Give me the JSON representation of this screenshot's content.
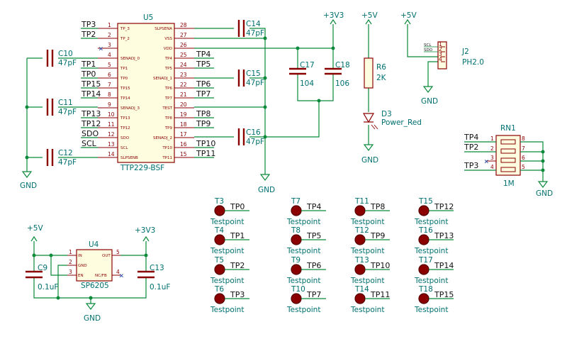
{
  "u5": {
    "ref": "U5",
    "value": "TTP229-BSF",
    "left_pins": [
      {
        "num": "1",
        "name": "TP_3",
        "net": "TP3"
      },
      {
        "num": "2",
        "name": "TP_2",
        "net": "TP2"
      },
      {
        "num": "3",
        "name": "",
        "net": ""
      },
      {
        "num": "4",
        "name": "SENADJ_0",
        "net": ""
      },
      {
        "num": "5",
        "name": "TP1",
        "net": "TP1"
      },
      {
        "num": "6",
        "name": "TP0",
        "net": "TP0"
      },
      {
        "num": "7",
        "name": "TP15",
        "net": "TP15"
      },
      {
        "num": "8",
        "name": "TP14",
        "net": "TP14"
      },
      {
        "num": "9",
        "name": "SENADJ_3",
        "net": ""
      },
      {
        "num": "10",
        "name": "TP13",
        "net": "TP13"
      },
      {
        "num": "11",
        "name": "TP12",
        "net": "TP12"
      },
      {
        "num": "12",
        "name": "SDO",
        "net": "SDO"
      },
      {
        "num": "13",
        "name": "SCL",
        "net": "SCL"
      },
      {
        "num": "14",
        "name": "SLPSENB",
        "net": ""
      }
    ],
    "right_pins": [
      {
        "num": "28",
        "name": "SLPSENA",
        "net": ""
      },
      {
        "num": "27",
        "name": "VSS",
        "net": ""
      },
      {
        "num": "26",
        "name": "VDD",
        "net": ""
      },
      {
        "num": "25",
        "name": "TP4",
        "net": "TP4"
      },
      {
        "num": "24",
        "name": "TP5",
        "net": "TP5"
      },
      {
        "num": "23",
        "name": "SENADJ_1",
        "net": ""
      },
      {
        "num": "22",
        "name": "TP6",
        "net": "TP6"
      },
      {
        "num": "21",
        "name": "TP7",
        "net": "TP7"
      },
      {
        "num": "20",
        "name": "TEST",
        "net": ""
      },
      {
        "num": "19",
        "name": "TP8",
        "net": "TP8"
      },
      {
        "num": "18",
        "name": "TP9",
        "net": "TP9"
      },
      {
        "num": "17",
        "name": "SENADJ_2",
        "net": ""
      },
      {
        "num": "16",
        "name": "TP10",
        "net": "TP10"
      },
      {
        "num": "15",
        "name": "TP11",
        "net": "TP11"
      }
    ]
  },
  "caps": {
    "c10": {
      "ref": "C10",
      "value": "47pF"
    },
    "c11": {
      "ref": "C11",
      "value": "47pF"
    },
    "c12": {
      "ref": "C12",
      "value": "47pF"
    },
    "c14": {
      "ref": "C14",
      "value": "47pF"
    },
    "c15": {
      "ref": "C15",
      "value": "47pF"
    },
    "c16": {
      "ref": "C16",
      "value": "47pF"
    },
    "c17": {
      "ref": "C17",
      "value": "104"
    },
    "c18": {
      "ref": "C18",
      "value": "106"
    },
    "c9": {
      "ref": "C9",
      "value": "0.1uF"
    },
    "c13": {
      "ref": "C13",
      "value": "0.1uF"
    }
  },
  "power": {
    "v33": "+3V3",
    "v5": "+5V",
    "gnd": "GND"
  },
  "r6": {
    "ref": "R6",
    "value": "2K"
  },
  "d3": {
    "ref": "D3",
    "value": "Power_Red"
  },
  "j2": {
    "ref": "J2",
    "value": "PH2.0",
    "pins": [
      "SCL",
      "SDO"
    ]
  },
  "rn1": {
    "ref": "RN1",
    "value": "1M",
    "left": [
      {
        "num": "1",
        "net": "TP4"
      },
      {
        "num": "2",
        "net": "TP2"
      },
      {
        "num": "3",
        "net": ""
      },
      {
        "num": "4",
        "net": "TP3"
      }
    ],
    "right": [
      "8",
      "7",
      "6",
      "5"
    ]
  },
  "u4": {
    "ref": "U4",
    "value": "SP6205",
    "pins": [
      {
        "num": "1",
        "name": "IN"
      },
      {
        "num": "2",
        "name": "GND"
      },
      {
        "num": "3",
        "name": "EN"
      },
      {
        "num": "5",
        "name": "OUT"
      },
      {
        "num": "4",
        "name": "NC/FB"
      }
    ]
  },
  "testpoint_value": "Testpoint",
  "testpoints": [
    {
      "ref": "T3",
      "net": "TP0"
    },
    {
      "ref": "T7",
      "net": "TP4"
    },
    {
      "ref": "T11",
      "net": "TP8"
    },
    {
      "ref": "T15",
      "net": "TP12"
    },
    {
      "ref": "T4",
      "net": "TP1"
    },
    {
      "ref": "T8",
      "net": "TP5"
    },
    {
      "ref": "T12",
      "net": "TP9"
    },
    {
      "ref": "T16",
      "net": "TP13"
    },
    {
      "ref": "T5",
      "net": "TP2"
    },
    {
      "ref": "T9",
      "net": "TP6"
    },
    {
      "ref": "T13",
      "net": "TP10"
    },
    {
      "ref": "T17",
      "net": "TP14"
    },
    {
      "ref": "T6",
      "net": "TP3"
    },
    {
      "ref": "T10",
      "net": "TP7"
    },
    {
      "ref": "T14",
      "net": "TP11"
    },
    {
      "ref": "T18",
      "net": "TP15"
    }
  ]
}
